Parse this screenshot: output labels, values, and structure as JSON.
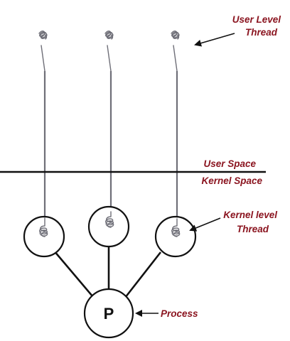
{
  "labels": {
    "user_level_thread_line1": "User Level",
    "user_level_thread_line2": "Thread",
    "user_space": "User Space",
    "kernel_space": "Kernel Space",
    "kernel_level_thread_line1": "Kernel level",
    "kernel_level_thread_line2": "Thread",
    "process": "Process",
    "process_node": "P"
  },
  "user_threads": [
    {
      "id": "user-thread-1"
    },
    {
      "id": "user-thread-2"
    },
    {
      "id": "user-thread-3"
    }
  ],
  "kernel_threads": [
    {
      "id": "kernel-thread-1"
    },
    {
      "id": "kernel-thread-2"
    },
    {
      "id": "kernel-thread-3"
    }
  ],
  "colors": {
    "label": "#8b1520",
    "thread": "#6f6f78",
    "line": "#111111",
    "background": "#ffffff"
  },
  "icons": {
    "thread": "thread-squiggle-icon",
    "arrow": "arrow-left-icon"
  }
}
